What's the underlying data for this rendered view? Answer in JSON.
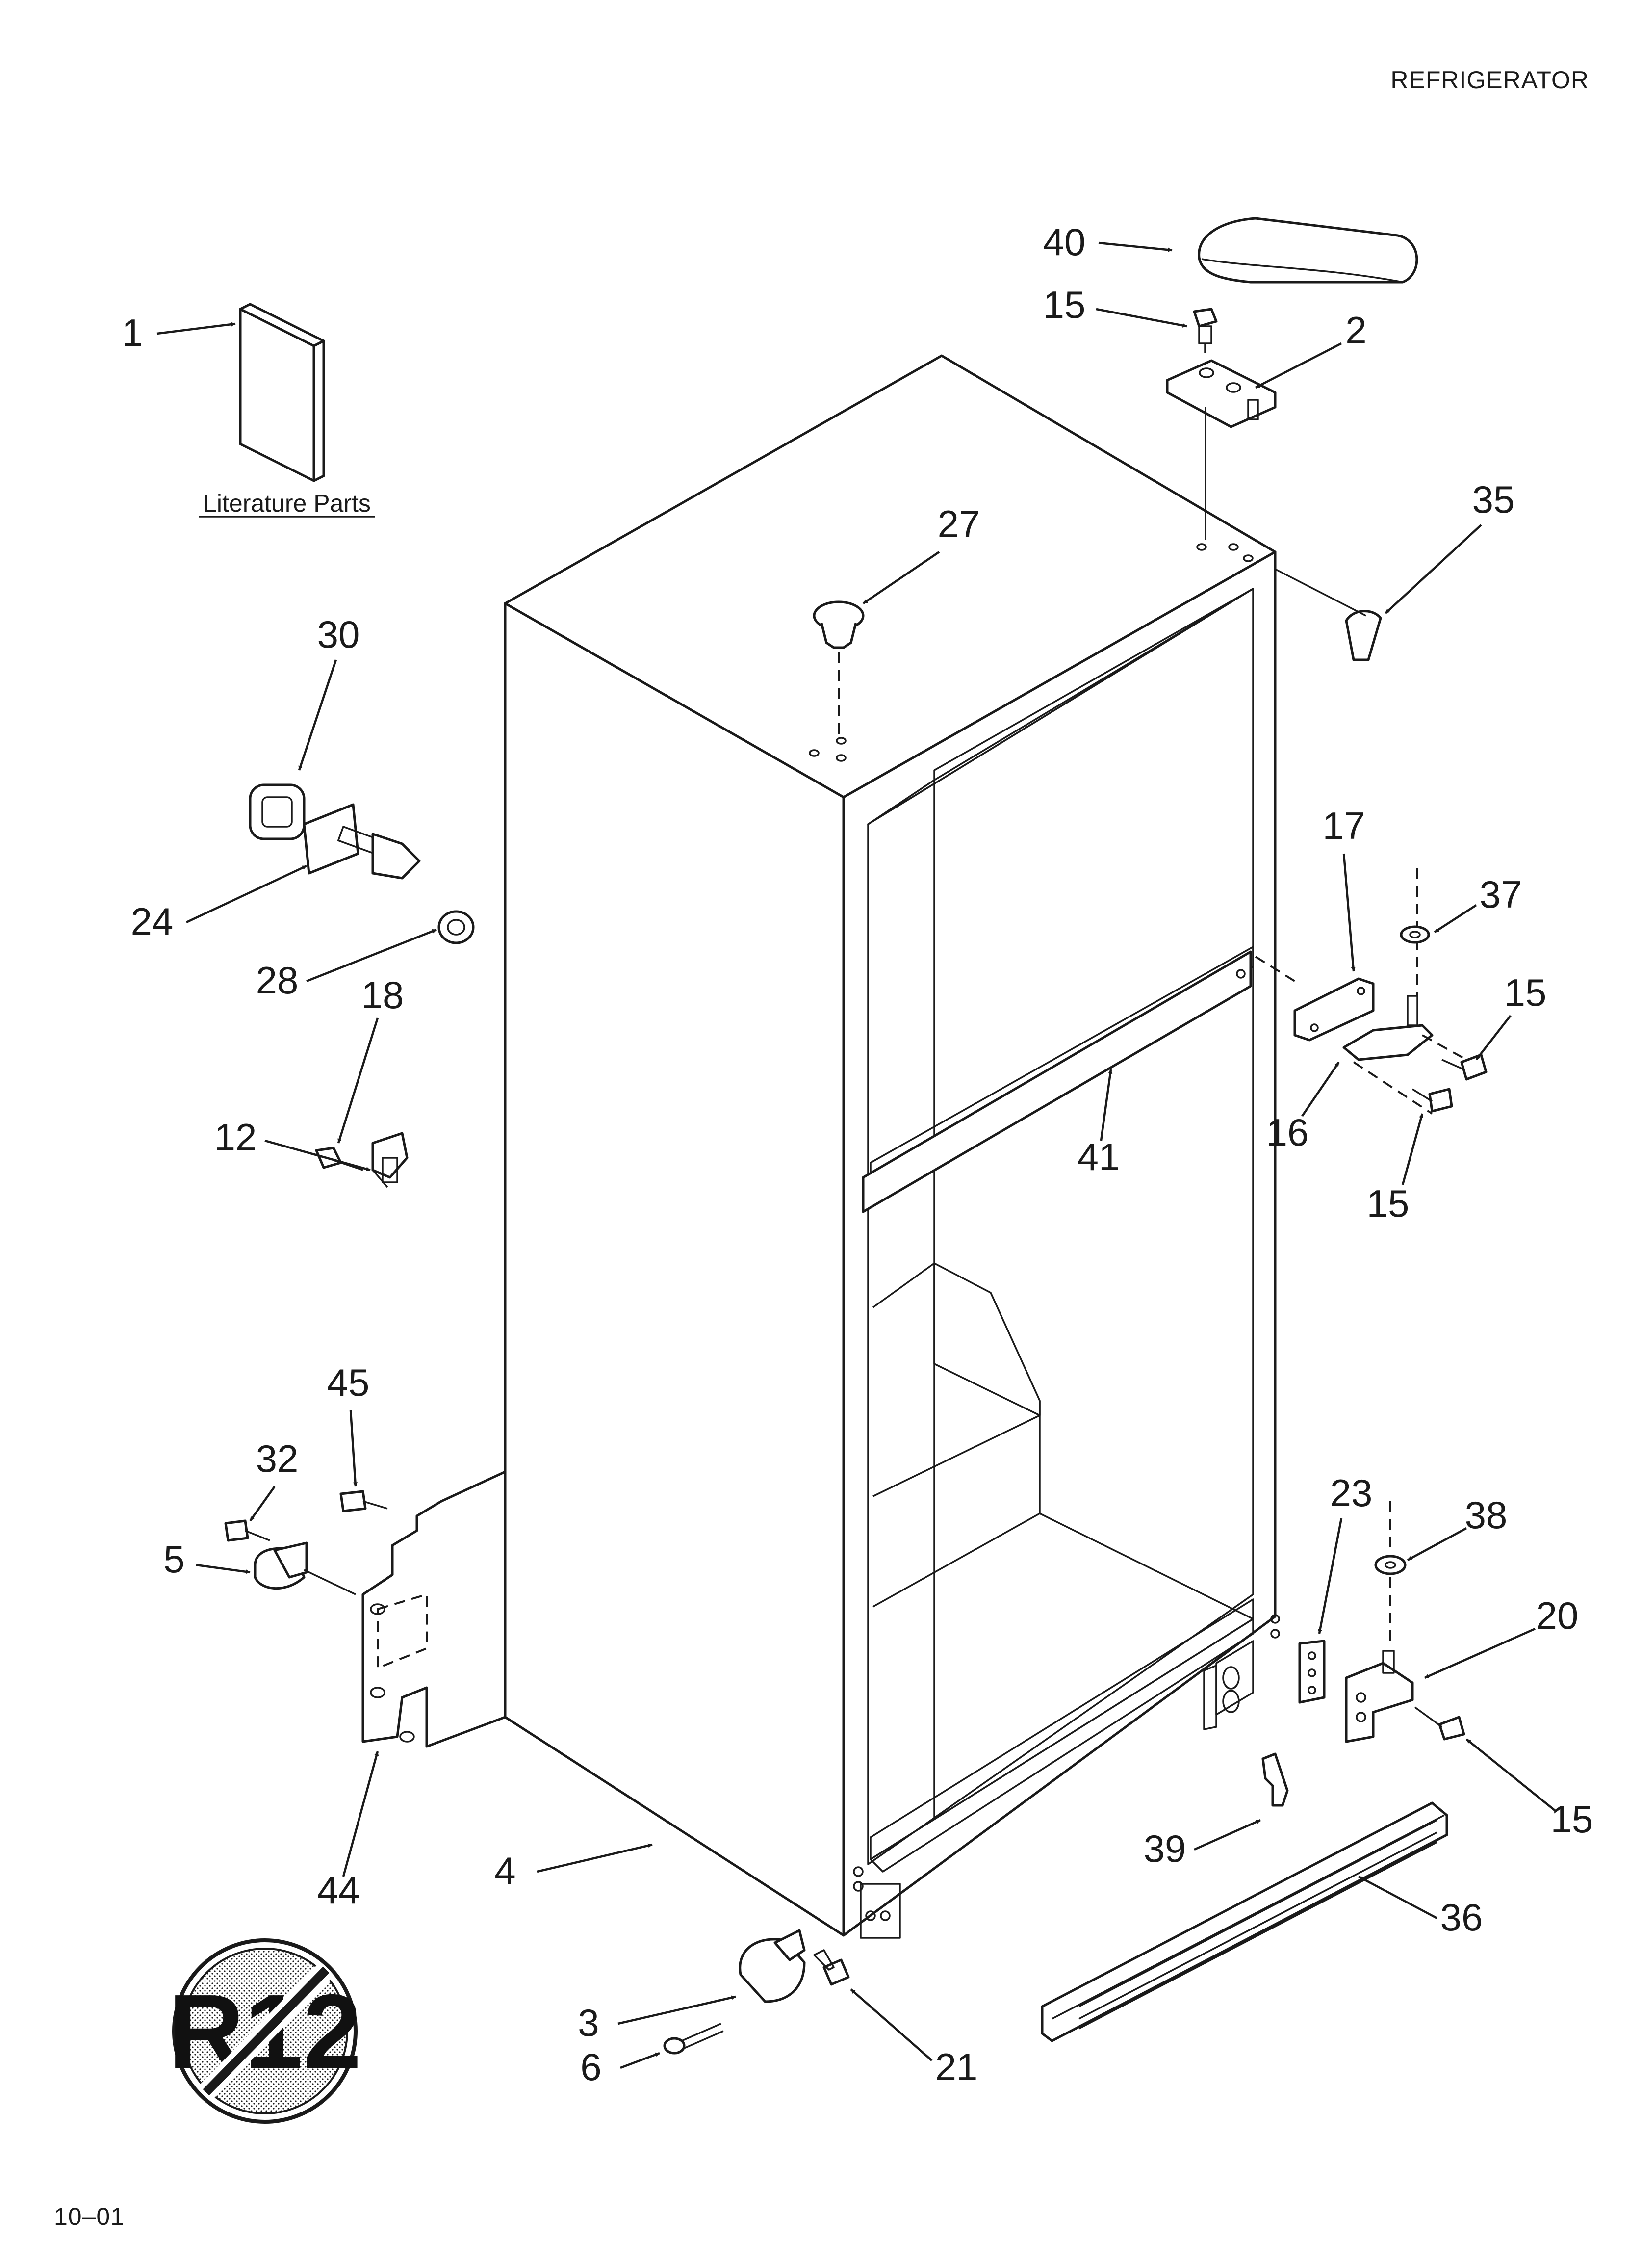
{
  "header": {
    "title": "REFRIGERATOR"
  },
  "footer": {
    "code": "10–01"
  },
  "literature": {
    "label": "Literature Parts"
  },
  "badge": {
    "label": "R12"
  },
  "parts": [
    "1",
    "2",
    "3",
    "4",
    "5",
    "6",
    "12",
    "15",
    "16",
    "17",
    "18",
    "20",
    "21",
    "23",
    "24",
    "27",
    "28",
    "30",
    "32",
    "35",
    "36",
    "37",
    "38",
    "39",
    "40",
    "41",
    "44",
    "45"
  ],
  "callouts": [
    {
      "part": "40"
    },
    {
      "part": "15"
    },
    {
      "part": "2"
    },
    {
      "part": "1"
    },
    {
      "part": "35"
    },
    {
      "part": "27"
    },
    {
      "part": "30"
    },
    {
      "part": "17"
    },
    {
      "part": "37"
    },
    {
      "part": "15"
    },
    {
      "part": "24"
    },
    {
      "part": "28"
    },
    {
      "part": "18"
    },
    {
      "part": "12"
    },
    {
      "part": "41"
    },
    {
      "part": "16"
    },
    {
      "part": "15"
    },
    {
      "part": "45"
    },
    {
      "part": "32"
    },
    {
      "part": "5"
    },
    {
      "part": "23"
    },
    {
      "part": "38"
    },
    {
      "part": "20"
    },
    {
      "part": "15"
    },
    {
      "part": "39"
    },
    {
      "part": "36"
    },
    {
      "part": "44"
    },
    {
      "part": "4"
    },
    {
      "part": "3"
    },
    {
      "part": "6"
    },
    {
      "part": "21"
    }
  ]
}
